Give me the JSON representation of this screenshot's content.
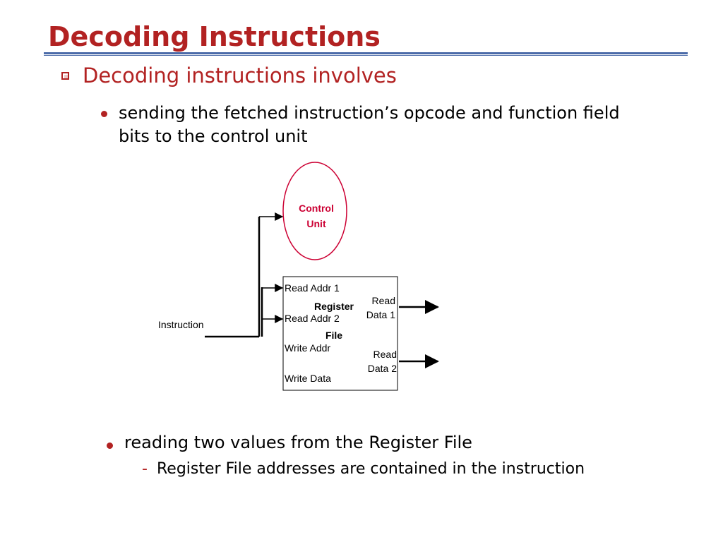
{
  "slide": {
    "title": "Decoding Instructions",
    "bullet1": "Decoding instructions involves",
    "bullet2": "sending the fetched instruction’s opcode and function field bits to the control unit",
    "bullet3": "reading two values from the Register File",
    "bullet4_marker": "-",
    "bullet4": "Register File addresses are contained in the instruction"
  },
  "diagram": {
    "control_unit": {
      "line1": "Control",
      "line2": "Unit"
    },
    "register_file": {
      "line1": "Register",
      "line2": "File",
      "inputs": [
        "Read Addr 1",
        "Read Addr 2",
        "Write Addr",
        "Write Data"
      ],
      "outputs": [
        {
          "line1": "Read",
          "line2": "Data 1"
        },
        {
          "line1": "Read",
          "line2": "Data 2"
        }
      ]
    },
    "instruction_label": "Instruction",
    "colors": {
      "title": "#b22222",
      "control_unit": "#cc0033",
      "rule": "#4a6aa8"
    }
  }
}
